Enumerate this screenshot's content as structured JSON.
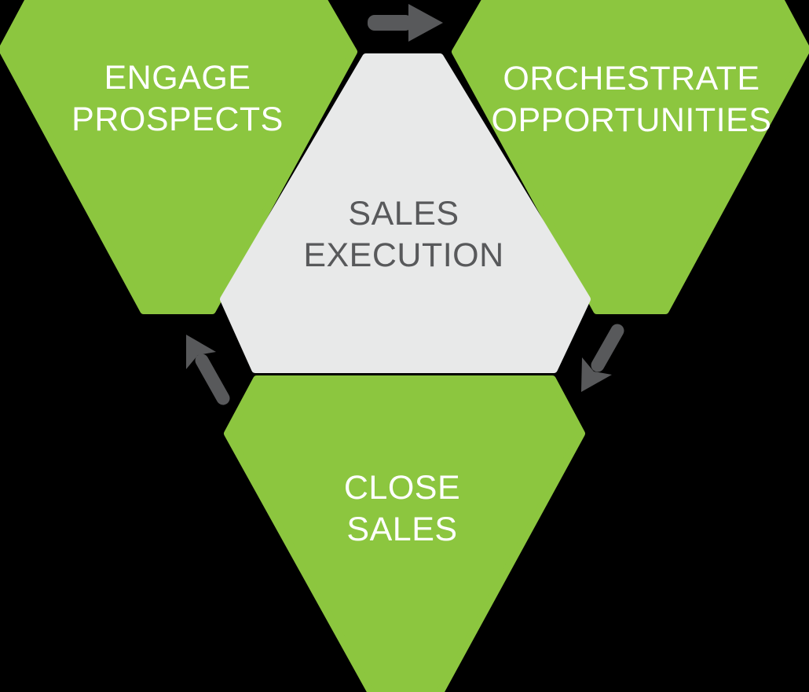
{
  "diagram": {
    "center": {
      "line1": "SALES",
      "line2": "EXECUTION"
    },
    "nodes": {
      "engage": {
        "line1": "ENGAGE",
        "line2": "PROSPECTS"
      },
      "orchestrate": {
        "line1": "ORCHESTRATE",
        "line2": "OPPORTUNITIES"
      },
      "close": {
        "line1": "CLOSE",
        "line2": "SALES"
      }
    },
    "icons": {
      "top_arrow": "arrow-right",
      "right_arrow": "arrow-down-left",
      "left_arrow": "arrow-up-left"
    },
    "colors": {
      "green": "#8CC63F",
      "panel_gray": "#E8E9E9",
      "dark_gray": "#58595B",
      "text_on_green": "#FFFFFF",
      "background": "#000000"
    }
  }
}
